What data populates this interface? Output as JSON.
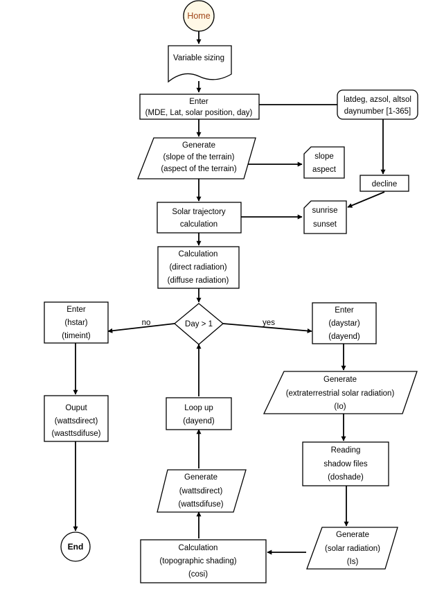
{
  "nodes": {
    "home": "Home",
    "variable_sizing": "Variable sizing",
    "enter_main": [
      "Enter",
      "(MDE, Lat, solar position, day)"
    ],
    "latdeg": [
      "latdeg, azsol, altsol",
      "daynumber [1-365]"
    ],
    "generate_slope": [
      "Generate",
      "(slope of the terrain)",
      "(aspect of the terrain)"
    ],
    "slope_aspect": [
      "slope",
      "aspect"
    ],
    "decline": "decline",
    "solar_trajectory": [
      "Solar trajectory",
      "calculation"
    ],
    "sunrise_sunset": [
      "sunrise",
      "sunset"
    ],
    "calculation_radiation": [
      "Calculation",
      "(direct radiation)",
      "(diffuse radiation)"
    ],
    "decision": "Day > 1",
    "enter_hstar": [
      "Enter",
      "(hstar)",
      "(timeint)"
    ],
    "enter_daystar": [
      "Enter",
      "(daystar)",
      "(dayend)"
    ],
    "output": [
      "Ouput",
      "(wattsdirect)",
      "(wasttsdifuse)"
    ],
    "end": "End",
    "loop_up": [
      "Loop up",
      "(dayend)"
    ],
    "generate_extraterrestrial": [
      "Generate",
      "(extraterrestrial solar radiation)",
      "(Io)"
    ],
    "generate_watts": [
      "Generate",
      "(wattsdirect)",
      "(wattsdifuse)"
    ],
    "reading_shadow": [
      "Reading",
      "shadow files",
      "(doshade)"
    ],
    "calculation_shading": [
      "Calculation",
      "(topographic shading)",
      "(cosi)"
    ],
    "generate_solar": [
      "Generate",
      "(solar radiation)",
      "(Is)"
    ]
  },
  "edges": {
    "no": "no",
    "yes": "yes"
  },
  "colors": {
    "home_fill": "#fff8e6",
    "home_text": "#a0461a",
    "stroke": "#000000"
  }
}
